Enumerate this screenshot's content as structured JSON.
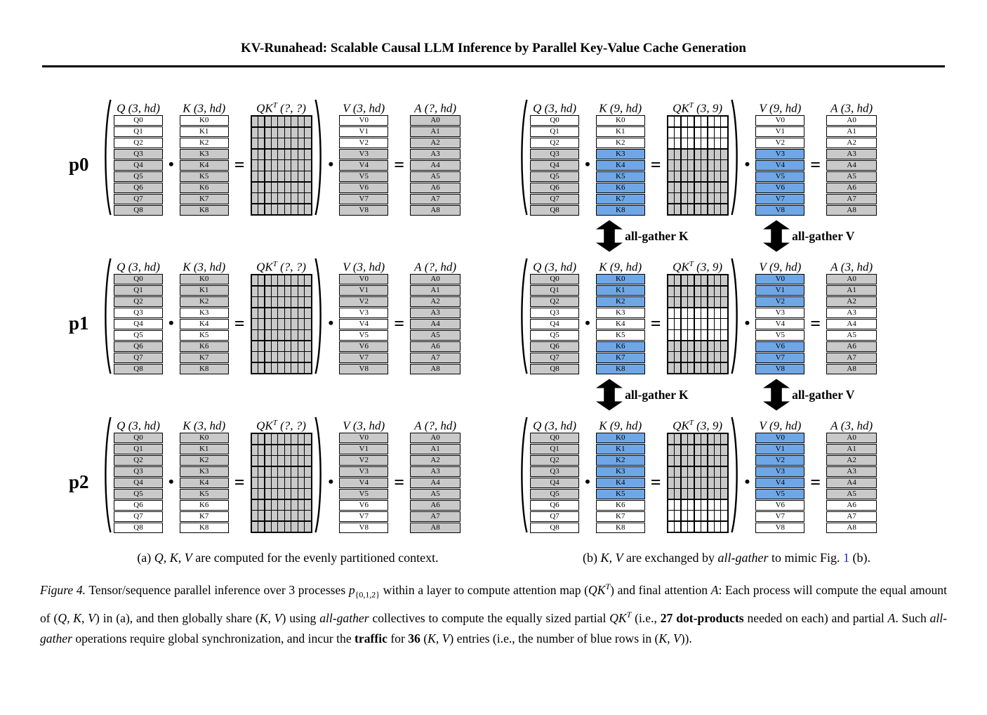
{
  "header": {
    "title": "KV-Runahead: Scalable Causal LLM Inference by Parallel Key-Value Cache Generation"
  },
  "colors": {
    "gray": "#c9c9c9",
    "blue": "#6fa7e6",
    "link": "#2323cc"
  },
  "operators": {
    "dot": "•",
    "eq": "="
  },
  "arrow_labels": {
    "k": "all-gather K",
    "v": "all-gather V"
  },
  "panel_a": {
    "rows": [
      {
        "process": "p0",
        "q": {
          "title": [
            "Q",
            "",
            " (3, hd)"
          ],
          "labels": [
            "Q0",
            "Q1",
            "Q2",
            "Q3",
            "Q4",
            "Q5",
            "Q6",
            "Q7",
            "Q8"
          ],
          "fills": [
            "white",
            "white",
            "white",
            "gray",
            "gray",
            "gray",
            "gray",
            "gray",
            "gray"
          ]
        },
        "k": {
          "title": [
            "K",
            "",
            " (3, hd)"
          ],
          "labels": [
            "K0",
            "K1",
            "K2",
            "K3",
            "K4",
            "K5",
            "K6",
            "K7",
            "K8"
          ],
          "fills": [
            "white",
            "white",
            "white",
            "gray",
            "gray",
            "gray",
            "gray",
            "gray",
            "gray"
          ]
        },
        "qkt": {
          "title": [
            "QK",
            "T",
            " (?, ?)"
          ],
          "cols": 9,
          "row_fills": [
            "gray",
            "gray",
            "gray",
            "gray",
            "gray",
            "gray",
            "gray",
            "gray",
            "gray"
          ]
        },
        "v": {
          "title": [
            "V",
            "",
            " (3, hd)"
          ],
          "labels": [
            "V0",
            "V1",
            "V2",
            "V3",
            "V4",
            "V5",
            "V6",
            "V7",
            "V8"
          ],
          "fills": [
            "white",
            "white",
            "white",
            "gray",
            "gray",
            "gray",
            "gray",
            "gray",
            "gray"
          ]
        },
        "a": {
          "title": [
            "A",
            "",
            " (?, hd)"
          ],
          "labels": [
            "A0",
            "A1",
            "A2",
            "A3",
            "A4",
            "A5",
            "A6",
            "A7",
            "A8"
          ],
          "fills": [
            "gray",
            "gray",
            "gray",
            "gray",
            "gray",
            "gray",
            "gray",
            "gray",
            "gray"
          ]
        }
      },
      {
        "process": "p1",
        "q": {
          "title": [
            "Q",
            "",
            " (3, hd)"
          ],
          "labels": [
            "Q0",
            "Q1",
            "Q2",
            "Q3",
            "Q4",
            "Q5",
            "Q6",
            "Q7",
            "Q8"
          ],
          "fills": [
            "gray",
            "gray",
            "gray",
            "white",
            "white",
            "white",
            "gray",
            "gray",
            "gray"
          ]
        },
        "k": {
          "title": [
            "K",
            "",
            " (3, hd)"
          ],
          "labels": [
            "K0",
            "K1",
            "K2",
            "K3",
            "K4",
            "K5",
            "K6",
            "K7",
            "K8"
          ],
          "fills": [
            "gray",
            "gray",
            "gray",
            "white",
            "white",
            "white",
            "gray",
            "gray",
            "gray"
          ]
        },
        "qkt": {
          "title": [
            "QK",
            "T",
            " (?, ?)"
          ],
          "cols": 9,
          "row_fills": [
            "gray",
            "gray",
            "gray",
            "gray",
            "gray",
            "gray",
            "gray",
            "gray",
            "gray"
          ]
        },
        "v": {
          "title": [
            "V",
            "",
            " (3, hd)"
          ],
          "labels": [
            "V0",
            "V1",
            "V2",
            "V3",
            "V4",
            "V5",
            "V6",
            "V7",
            "V8"
          ],
          "fills": [
            "gray",
            "gray",
            "gray",
            "white",
            "white",
            "white",
            "gray",
            "gray",
            "gray"
          ]
        },
        "a": {
          "title": [
            "A",
            "",
            " (?, hd)"
          ],
          "labels": [
            "A0",
            "A1",
            "A2",
            "A3",
            "A4",
            "A5",
            "A6",
            "A7",
            "A8"
          ],
          "fills": [
            "gray",
            "gray",
            "gray",
            "gray",
            "gray",
            "gray",
            "gray",
            "gray",
            "gray"
          ]
        }
      },
      {
        "process": "p2",
        "q": {
          "title": [
            "Q",
            "",
            " (3, hd)"
          ],
          "labels": [
            "Q0",
            "Q1",
            "Q2",
            "Q3",
            "Q4",
            "Q5",
            "Q6",
            "Q7",
            "Q8"
          ],
          "fills": [
            "gray",
            "gray",
            "gray",
            "gray",
            "gray",
            "gray",
            "white",
            "white",
            "white"
          ]
        },
        "k": {
          "title": [
            "K",
            "",
            " (3, hd)"
          ],
          "labels": [
            "K0",
            "K1",
            "K2",
            "K3",
            "K4",
            "K5",
            "K6",
            "K7",
            "K8"
          ],
          "fills": [
            "gray",
            "gray",
            "gray",
            "gray",
            "gray",
            "gray",
            "white",
            "white",
            "white"
          ]
        },
        "qkt": {
          "title": [
            "QK",
            "T",
            " (?, ?)"
          ],
          "cols": 9,
          "row_fills": [
            "gray",
            "gray",
            "gray",
            "gray",
            "gray",
            "gray",
            "gray",
            "gray",
            "gray"
          ]
        },
        "v": {
          "title": [
            "V",
            "",
            " (3, hd)"
          ],
          "labels": [
            "V0",
            "V1",
            "V2",
            "V3",
            "V4",
            "V5",
            "V6",
            "V7",
            "V8"
          ],
          "fills": [
            "gray",
            "gray",
            "gray",
            "gray",
            "gray",
            "gray",
            "white",
            "white",
            "white"
          ]
        },
        "a": {
          "title": [
            "A",
            "",
            " (?, hd)"
          ],
          "labels": [
            "A0",
            "A1",
            "A2",
            "A3",
            "A4",
            "A5",
            "A6",
            "A7",
            "A8"
          ],
          "fills": [
            "gray",
            "gray",
            "gray",
            "gray",
            "gray",
            "gray",
            "gray",
            "gray",
            "gray"
          ]
        }
      }
    ],
    "caption": {
      "s1": "(a)  ",
      "s2": "Q, K, V",
      "s3": " are computed for the evenly partitioned context."
    }
  },
  "panel_b": {
    "rows": [
      {
        "q": {
          "title": [
            "Q",
            "",
            " (3, hd)"
          ],
          "labels": [
            "Q0",
            "Q1",
            "Q2",
            "Q3",
            "Q4",
            "Q5",
            "Q6",
            "Q7",
            "Q8"
          ],
          "fills": [
            "white",
            "white",
            "white",
            "gray",
            "gray",
            "gray",
            "gray",
            "gray",
            "gray"
          ]
        },
        "k": {
          "title": [
            "K",
            "",
            " (9, hd)"
          ],
          "labels": [
            "K0",
            "K1",
            "K2",
            "K3",
            "K4",
            "K5",
            "K6",
            "K7",
            "K8"
          ],
          "fills": [
            "white",
            "white",
            "white",
            "blue",
            "blue",
            "blue",
            "blue",
            "blue",
            "blue"
          ]
        },
        "qkt": {
          "title": [
            "QK",
            "T",
            " (3, 9)"
          ],
          "cols": 9,
          "row_fills": [
            "white",
            "white",
            "white",
            "gray",
            "gray",
            "gray",
            "gray",
            "gray",
            "gray"
          ]
        },
        "v": {
          "title": [
            "V",
            "",
            " (9, hd)"
          ],
          "labels": [
            "V0",
            "V1",
            "V2",
            "V3",
            "V4",
            "V5",
            "V6",
            "V7",
            "V8"
          ],
          "fills": [
            "white",
            "white",
            "white",
            "blue",
            "blue",
            "blue",
            "blue",
            "blue",
            "blue"
          ]
        },
        "a": {
          "title": [
            "A",
            "",
            " (3, hd)"
          ],
          "labels": [
            "A0",
            "A1",
            "A2",
            "A3",
            "A4",
            "A5",
            "A6",
            "A7",
            "A8"
          ],
          "fills": [
            "white",
            "white",
            "white",
            "gray",
            "gray",
            "gray",
            "gray",
            "gray",
            "gray"
          ]
        }
      },
      {
        "q": {
          "title": [
            "Q",
            "",
            " (3, hd)"
          ],
          "labels": [
            "Q0",
            "Q1",
            "Q2",
            "Q3",
            "Q4",
            "Q5",
            "Q6",
            "Q7",
            "Q8"
          ],
          "fills": [
            "gray",
            "gray",
            "gray",
            "white",
            "white",
            "white",
            "gray",
            "gray",
            "gray"
          ]
        },
        "k": {
          "title": [
            "K",
            "",
            " (9, hd)"
          ],
          "labels": [
            "K0",
            "K1",
            "K2",
            "K3",
            "K4",
            "K5",
            "K6",
            "K7",
            "K8"
          ],
          "fills": [
            "blue",
            "blue",
            "blue",
            "white",
            "white",
            "white",
            "blue",
            "blue",
            "blue"
          ]
        },
        "qkt": {
          "title": [
            "QK",
            "T",
            " (3, 9)"
          ],
          "cols": 9,
          "row_fills": [
            "gray",
            "gray",
            "gray",
            "white",
            "white",
            "white",
            "gray",
            "gray",
            "gray"
          ]
        },
        "v": {
          "title": [
            "V",
            "",
            " (9, hd)"
          ],
          "labels": [
            "V0",
            "V1",
            "V2",
            "V3",
            "V4",
            "V5",
            "V6",
            "V7",
            "V8"
          ],
          "fills": [
            "blue",
            "blue",
            "blue",
            "white",
            "white",
            "white",
            "blue",
            "blue",
            "blue"
          ]
        },
        "a": {
          "title": [
            "A",
            "",
            " (3, hd)"
          ],
          "labels": [
            "A0",
            "A1",
            "A2",
            "A3",
            "A4",
            "A5",
            "A6",
            "A7",
            "A8"
          ],
          "fills": [
            "gray",
            "gray",
            "gray",
            "white",
            "white",
            "white",
            "gray",
            "gray",
            "gray"
          ]
        }
      },
      {
        "q": {
          "title": [
            "Q",
            "",
            " (3, hd)"
          ],
          "labels": [
            "Q0",
            "Q1",
            "Q2",
            "Q3",
            "Q4",
            "Q5",
            "Q6",
            "Q7",
            "Q8"
          ],
          "fills": [
            "gray",
            "gray",
            "gray",
            "gray",
            "gray",
            "gray",
            "white",
            "white",
            "white"
          ]
        },
        "k": {
          "title": [
            "K",
            "",
            " (9, hd)"
          ],
          "labels": [
            "K0",
            "K1",
            "K2",
            "K3",
            "K4",
            "K5",
            "K6",
            "K7",
            "K8"
          ],
          "fills": [
            "blue",
            "blue",
            "blue",
            "blue",
            "blue",
            "blue",
            "white",
            "white",
            "white"
          ]
        },
        "qkt": {
          "title": [
            "QK",
            "T",
            " (3, 9)"
          ],
          "cols": 9,
          "row_fills": [
            "gray",
            "gray",
            "gray",
            "gray",
            "gray",
            "gray",
            "white",
            "white",
            "white"
          ]
        },
        "v": {
          "title": [
            "V",
            "",
            " (9, hd)"
          ],
          "labels": [
            "V0",
            "V1",
            "V2",
            "V3",
            "V4",
            "V5",
            "V6",
            "V7",
            "V8"
          ],
          "fills": [
            "blue",
            "blue",
            "blue",
            "blue",
            "blue",
            "blue",
            "white",
            "white",
            "white"
          ]
        },
        "a": {
          "title": [
            "A",
            "",
            " (3, hd)"
          ],
          "labels": [
            "A0",
            "A1",
            "A2",
            "A3",
            "A4",
            "A5",
            "A6",
            "A7",
            "A8"
          ],
          "fills": [
            "gray",
            "gray",
            "gray",
            "gray",
            "gray",
            "gray",
            "white",
            "white",
            "white"
          ]
        }
      }
    ],
    "caption": {
      "s1": "(b)  ",
      "s2": "K, V",
      "s3": " are exchanged by ",
      "s4": "all-gather",
      "s5": " to mimic Fig. ",
      "s6": "1",
      "s7": " (b)."
    }
  },
  "figure_caption": {
    "s01": "Figure 4.",
    "s02": "  Tensor/sequence parallel inference over 3 processes ",
    "s03": "p",
    "s04": "{0,1,2}",
    "s05": " within a layer to compute attention map (",
    "s06": "QK",
    "s07": "T",
    "s08": ") and final attention ",
    "s09": "A",
    "s10": ": Each process will compute the equal amount of (",
    "s11": "Q, K, V",
    "s12": ") in (a), and then globally share (",
    "s13": "K, V",
    "s14": ") using ",
    "s15": "all-gather",
    "s16": " collectives to compute the equally sized partial ",
    "s17": "QK",
    "s18": "T",
    "s19": " (i.e., ",
    "s20": "27 dot-products",
    "s21": " needed on each) and partial ",
    "s22": "A",
    "s23": ". Such ",
    "s24": "all-gather",
    "s25": " operations require global synchronization, and incur the ",
    "s26": "traffic",
    "s27": " for ",
    "s28": "36",
    "s29": " (",
    "s30": "K, V",
    "s31": ") entries (i.e., the number of blue rows in (",
    "s32": "K, V",
    "s33": "))."
  }
}
